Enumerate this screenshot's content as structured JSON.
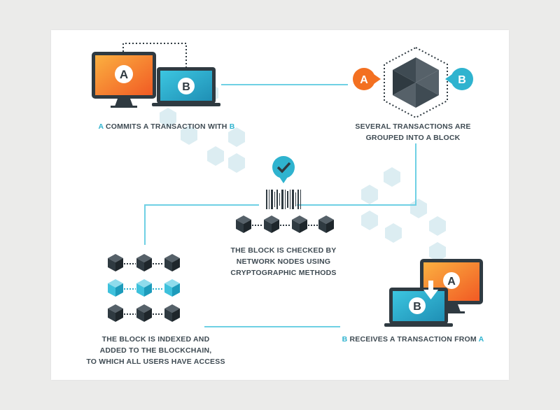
{
  "colors": {
    "accent_blue": "#2fb3cf",
    "accent_orange": "#f37021",
    "dark": "#3f4b53",
    "cube_dark": "#2f3a41",
    "hex_light": "#dcedf2"
  },
  "devices": {
    "monitor_letter": "A",
    "laptop_letter": "B"
  },
  "block_badges": {
    "left": "A",
    "right": "B"
  },
  "icons": [
    "monitor-icon",
    "laptop-icon",
    "hexagon-block-icon",
    "checkmark-badge-icon",
    "barcode-icon",
    "cube-icon",
    "down-arrow-icon"
  ],
  "steps": [
    {
      "pre_highlight": "A",
      "text": " COMMITS A TRANSACTION WITH ",
      "post_highlight": "B"
    },
    {
      "line1": "SEVERAL TRANSACTIONS ARE",
      "line2": "GROUPED INTO A BLOCK"
    },
    {
      "line1": "THE BLOCK IS CHECKED BY",
      "line2": "NETWORK NODES USING",
      "line3": "CRYPTOGRAPHIC METHODS"
    },
    {
      "line1": "THE BLOCK IS INDEXED AND",
      "line2": "ADDED TO THE BLOCKCHAIN,",
      "line3": "TO WHICH ALL USERS HAVE ACCESS"
    },
    {
      "pre_highlight": "B",
      "text": " RECEIVES A TRANSACTION FROM ",
      "post_highlight": "A"
    }
  ]
}
